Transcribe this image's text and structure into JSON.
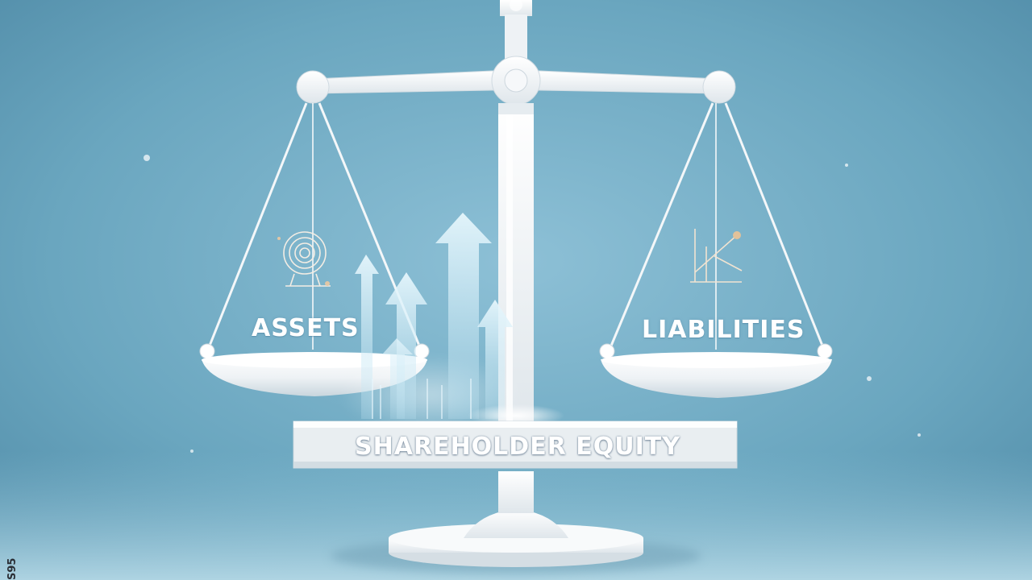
{
  "image": {
    "palette": {
      "background_top": "#5e9bb5",
      "background_bottom": "#a9cfdf",
      "scale_white": "#f2f5f7",
      "arrow_glow": "#cdeaf6"
    }
  },
  "labels": {
    "assets": "ASSETS",
    "liabilities": "LIABILITIES",
    "equity": "SHAREHOLDER EQUITY",
    "edge_fragment": "S95"
  },
  "icons": {
    "assets_icon": "target-icon",
    "liabilities_icon": "growth-graph-icon",
    "arrows": "rising-arrows"
  }
}
